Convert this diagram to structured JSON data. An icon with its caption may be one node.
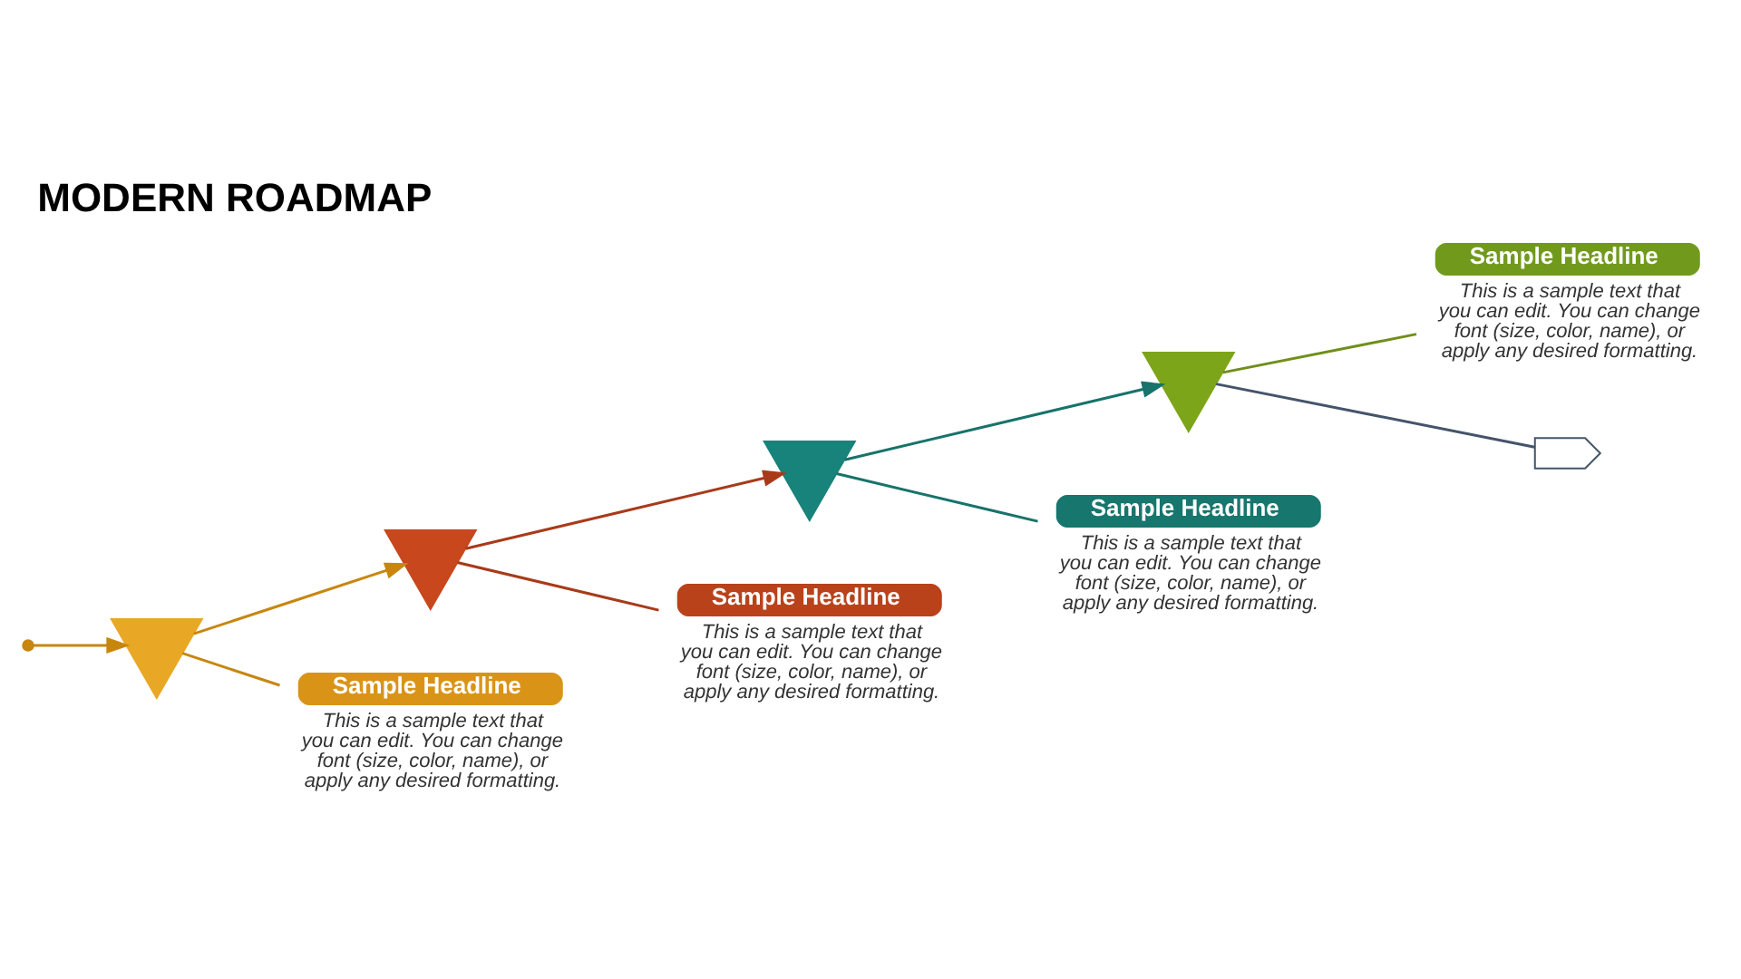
{
  "diagram": {
    "title": "MODERN ROADMAP",
    "nodes": [
      {
        "text": [],
        "shape": "pin"
      },
      {
        "text": [],
        "shape": "pin"
      },
      {
        "text": [],
        "shape": "pin"
      },
      {
        "text": [],
        "shape": "pin"
      },
      {
        "text": [
          "Sample Headline",
          "This is a sample text that you can edit. You can change font (size, color, name), or apply any desired formatting."
        ]
      },
      {
        "text": [
          "Sample Headline",
          "This is a sample text that you can edit. You can change font (size, color, name), or apply any desired formatting."
        ]
      },
      {
        "text": [
          "Sample Headline",
          "This is a sample text that you can edit. You can change font (size, color, name), or apply any desired formatting."
        ]
      },
      {
        "text": [
          "Sample Headline",
          "This is a sample text that you can edit. You can change font (size, color, name), or apply any desired formatting."
        ]
      },
      {
        "text": [],
        "shape": "plane"
      }
    ],
    "edges": [
      {
        "from": null,
        "to": 0,
        "arrow": "to",
        "color": "#c8860f"
      },
      {
        "from": 0,
        "to": 1,
        "arrow": "to",
        "color": "#c8860f"
      },
      {
        "from": 1,
        "to": 2,
        "arrow": "to",
        "color": "#a83a1a"
      },
      {
        "from": 2,
        "to": 3,
        "arrow": "to",
        "color": "#17736b"
      },
      {
        "from": 3,
        "to": 8,
        "arrow": "none",
        "color": "#44546a"
      },
      {
        "from": 0,
        "to": 4,
        "arrow": "none",
        "color": "#c8860f"
      },
      {
        "from": 1,
        "to": 5,
        "arrow": "none",
        "color": "#a83a1a"
      },
      {
        "from": 2,
        "to": 6,
        "arrow": "none",
        "color": "#17736b"
      },
      {
        "from": 3,
        "to": 7,
        "arrow": "none",
        "color": "#6f8f1a"
      }
    ]
  }
}
